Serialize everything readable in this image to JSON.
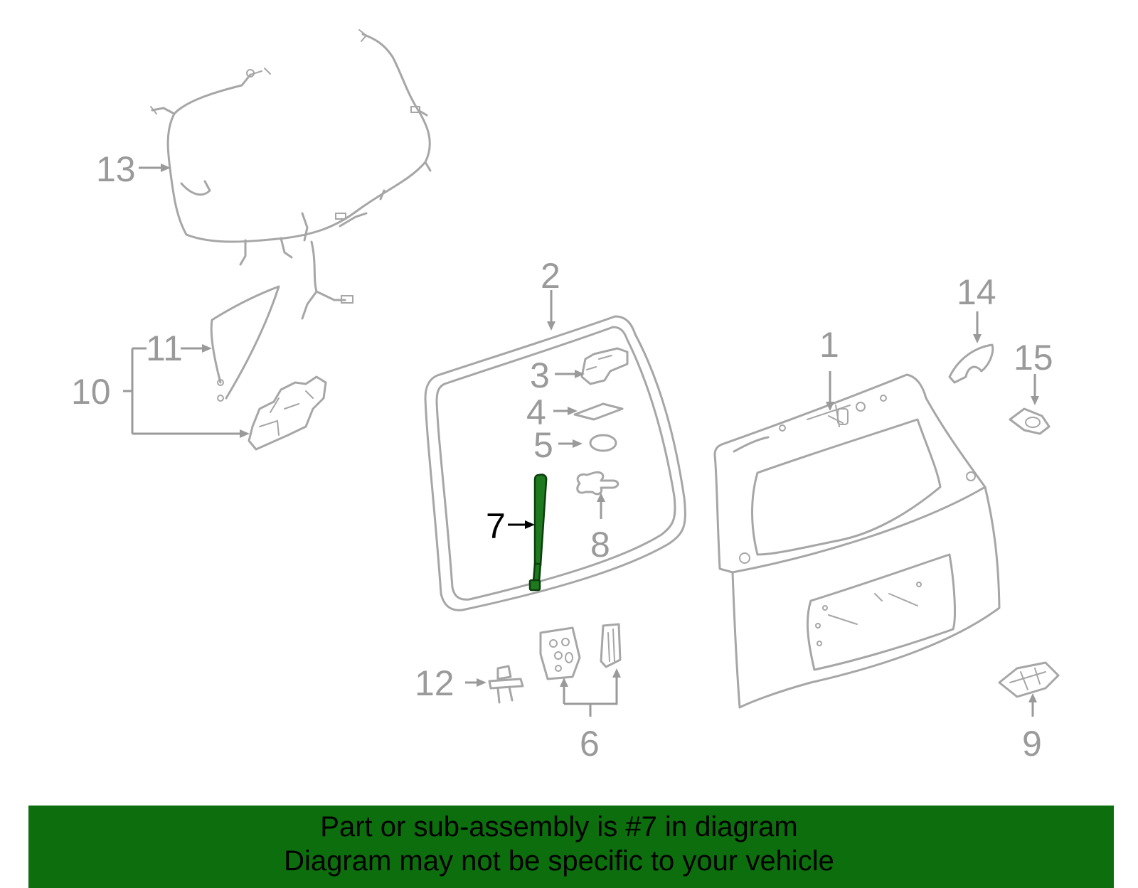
{
  "diagram": {
    "highlighted_part": "7",
    "highlight_color": "#1f7a1f",
    "callouts": {
      "c1": "1",
      "c2": "2",
      "c3": "3",
      "c4": "4",
      "c5": "5",
      "c6": "6",
      "c7": "7",
      "c8": "8",
      "c9": "9",
      "c10": "10",
      "c11": "11",
      "c12": "12",
      "c13": "13",
      "c14": "14",
      "c15": "15"
    }
  },
  "banner": {
    "color": "#0d6e0d",
    "line1": "Part or sub-assembly is #7 in diagram",
    "line2": "Diagram may not be specific to your vehicle"
  }
}
